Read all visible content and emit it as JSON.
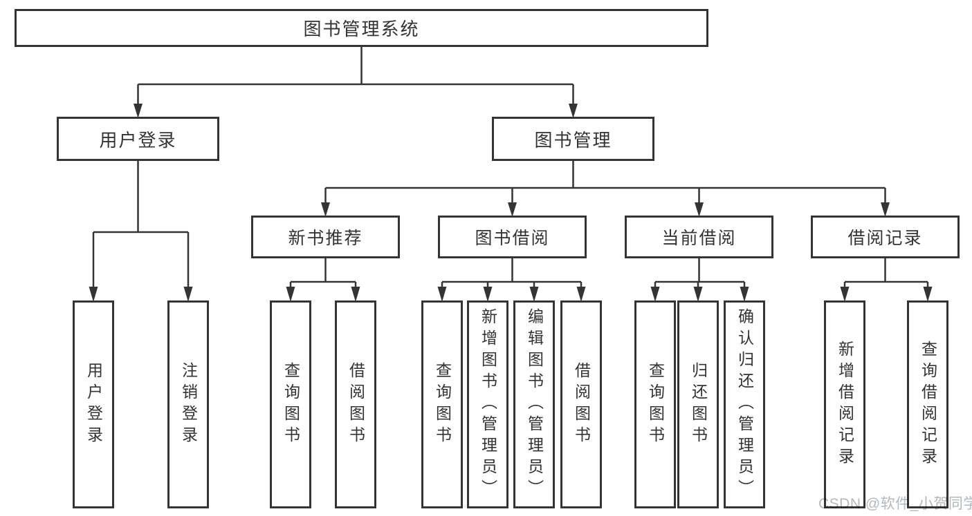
{
  "diagram": {
    "root": "图书管理系统",
    "level2": {
      "user_login": "用户登录",
      "book_mgmt": "图书管理"
    },
    "level3": {
      "new_books": "新书推荐",
      "book_borrow": "图书借阅",
      "current_borrow": "当前借阅",
      "borrow_records": "借阅记录"
    },
    "leaves": {
      "login": "用户登录",
      "logout": "注销登录",
      "new_books_query": "查询图书",
      "new_books_borrow": "借阅图书",
      "borrow_query": "查询图书",
      "borrow_add": "新增图书（管理员）",
      "borrow_edit": "编辑图书（管理员）",
      "borrow_borrow": "借阅图书",
      "current_query": "查询图书",
      "current_return": "归还图书",
      "current_confirm": "确认归还（管理员）",
      "records_add": "新增借阅记录",
      "records_query": "查询借阅记录"
    }
  },
  "colors": {
    "line": "#343434",
    "text": "#333333",
    "watermark": "#b2b8bc",
    "background": "#ffffff"
  },
  "watermark": "CSDN @软件_小贺同学"
}
